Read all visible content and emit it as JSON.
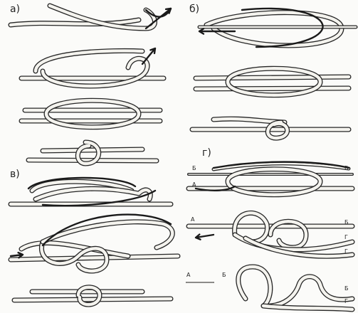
{
  "panels": {
    "a": {
      "label": "а)"
    },
    "b": {
      "label": "б)"
    },
    "v": {
      "label": "в)"
    },
    "g": {
      "label": "г)",
      "end_labels": [
        "Б",
        "А",
        "А",
        "Б",
        "Б",
        "Г",
        "Г",
        "А",
        "Б",
        "Б",
        "Г"
      ]
    }
  }
}
